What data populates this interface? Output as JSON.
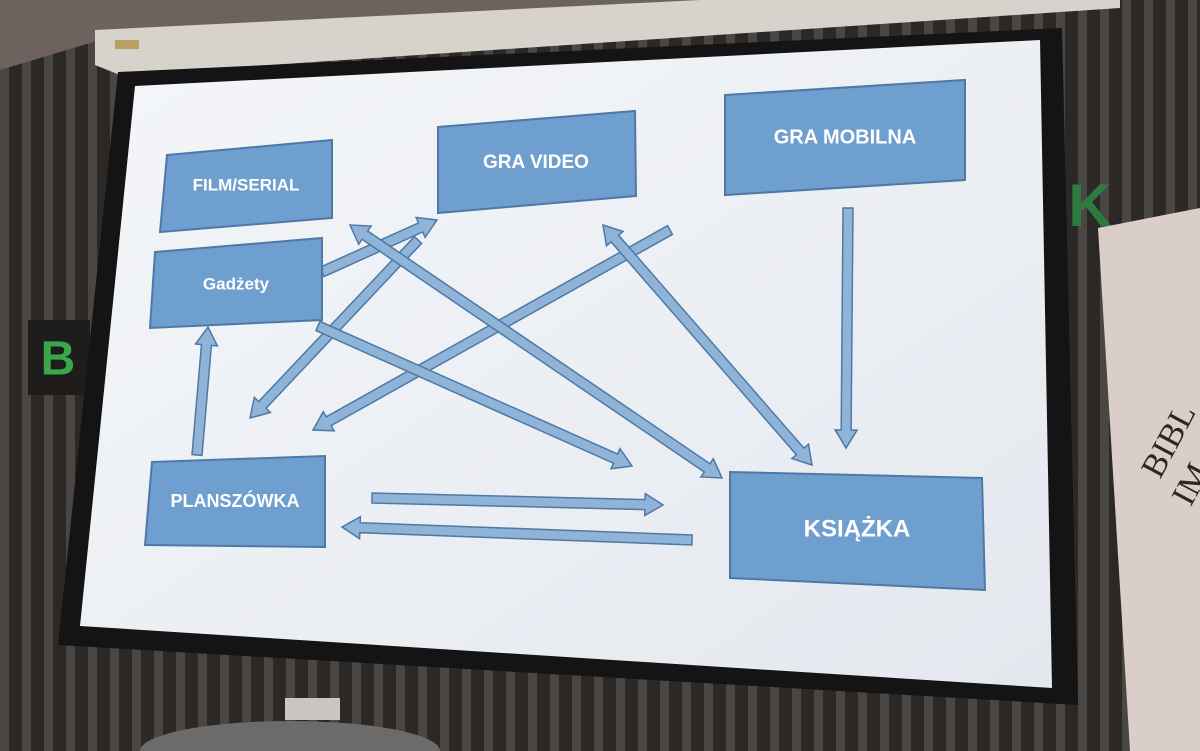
{
  "slide": {
    "nodes": {
      "film_serial": "FILM/SERIAL",
      "gra_video": "GRA VIDEO",
      "gra_mobilna": "GRA MOBILNA",
      "gadzety": "Gadżety",
      "planszowka": "PLANSZÓWKA",
      "ksiazka": "KSIĄŻKA"
    }
  },
  "room": {
    "wall_letter_left": "B",
    "wall_letter_right": "K",
    "banner_line1": "BIBL",
    "banner_line2": "IM"
  },
  "colors": {
    "box_fill": "#6f9fcf",
    "arrow_fill": "#8fb4d8",
    "arrow_outline": "#4d79a6",
    "screen": "#eef1f5"
  }
}
